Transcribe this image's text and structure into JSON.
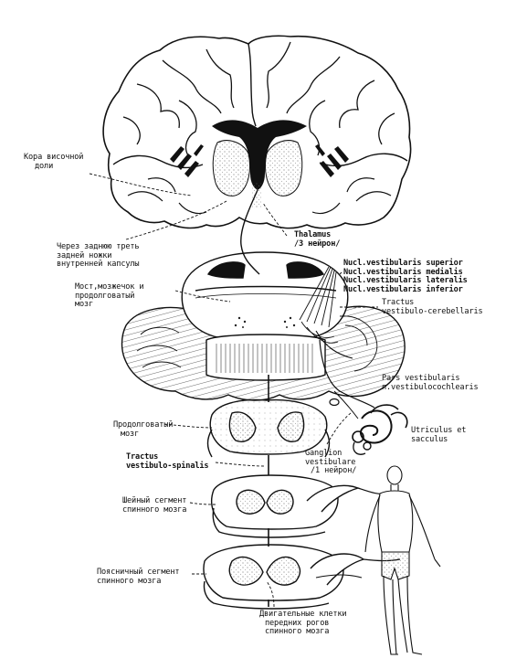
{
  "labels": {
    "temporal_cortex": [
      "Кора височной",
      "доли"
    ],
    "thalamus": [
      "Thalamus",
      "/3 нейрон/"
    ],
    "internal_capsule": [
      "Через заднюю треть",
      "задней ножки",
      "внутренней капсулы"
    ],
    "vestibular_nuclei": [
      "Nucl.vestibularis superior",
      "Nucl.vestibularis medialis",
      "Nucl.vestibularis lateralis",
      "Nucl.vestibularis inferior"
    ],
    "pons_cerebellum": [
      "Мост,мозжечок и",
      "продолговатый",
      "мозг"
    ],
    "vestibulocerebellar": [
      "Tractus",
      "vestibulo-cerebellaris"
    ],
    "pars_vestibularis": [
      "Pars vestibularis",
      "n.vestibulocochlearis"
    ],
    "medulla": [
      "Продолговатый",
      "мозг"
    ],
    "utriculus": [
      "Utriculus et",
      "sacculus"
    ],
    "vestibulospinal": [
      "Tractus",
      "vestibulo-spinalis"
    ],
    "ganglion": [
      "Ganglion",
      "vestibulare",
      "/1 нейрон/"
    ],
    "cervical_segment": [
      "Шейный сегмент",
      "спинного мозга"
    ],
    "lumbar_segment": [
      "Поясничный сегмент",
      "спинного мозга"
    ],
    "motor_cells": [
      "Двигательные клетки",
      "передних рогов",
      "спинного мозга"
    ]
  },
  "colors": {
    "ink": "#111111",
    "paper": "#ffffff",
    "stipple": "#9a9a9a"
  }
}
